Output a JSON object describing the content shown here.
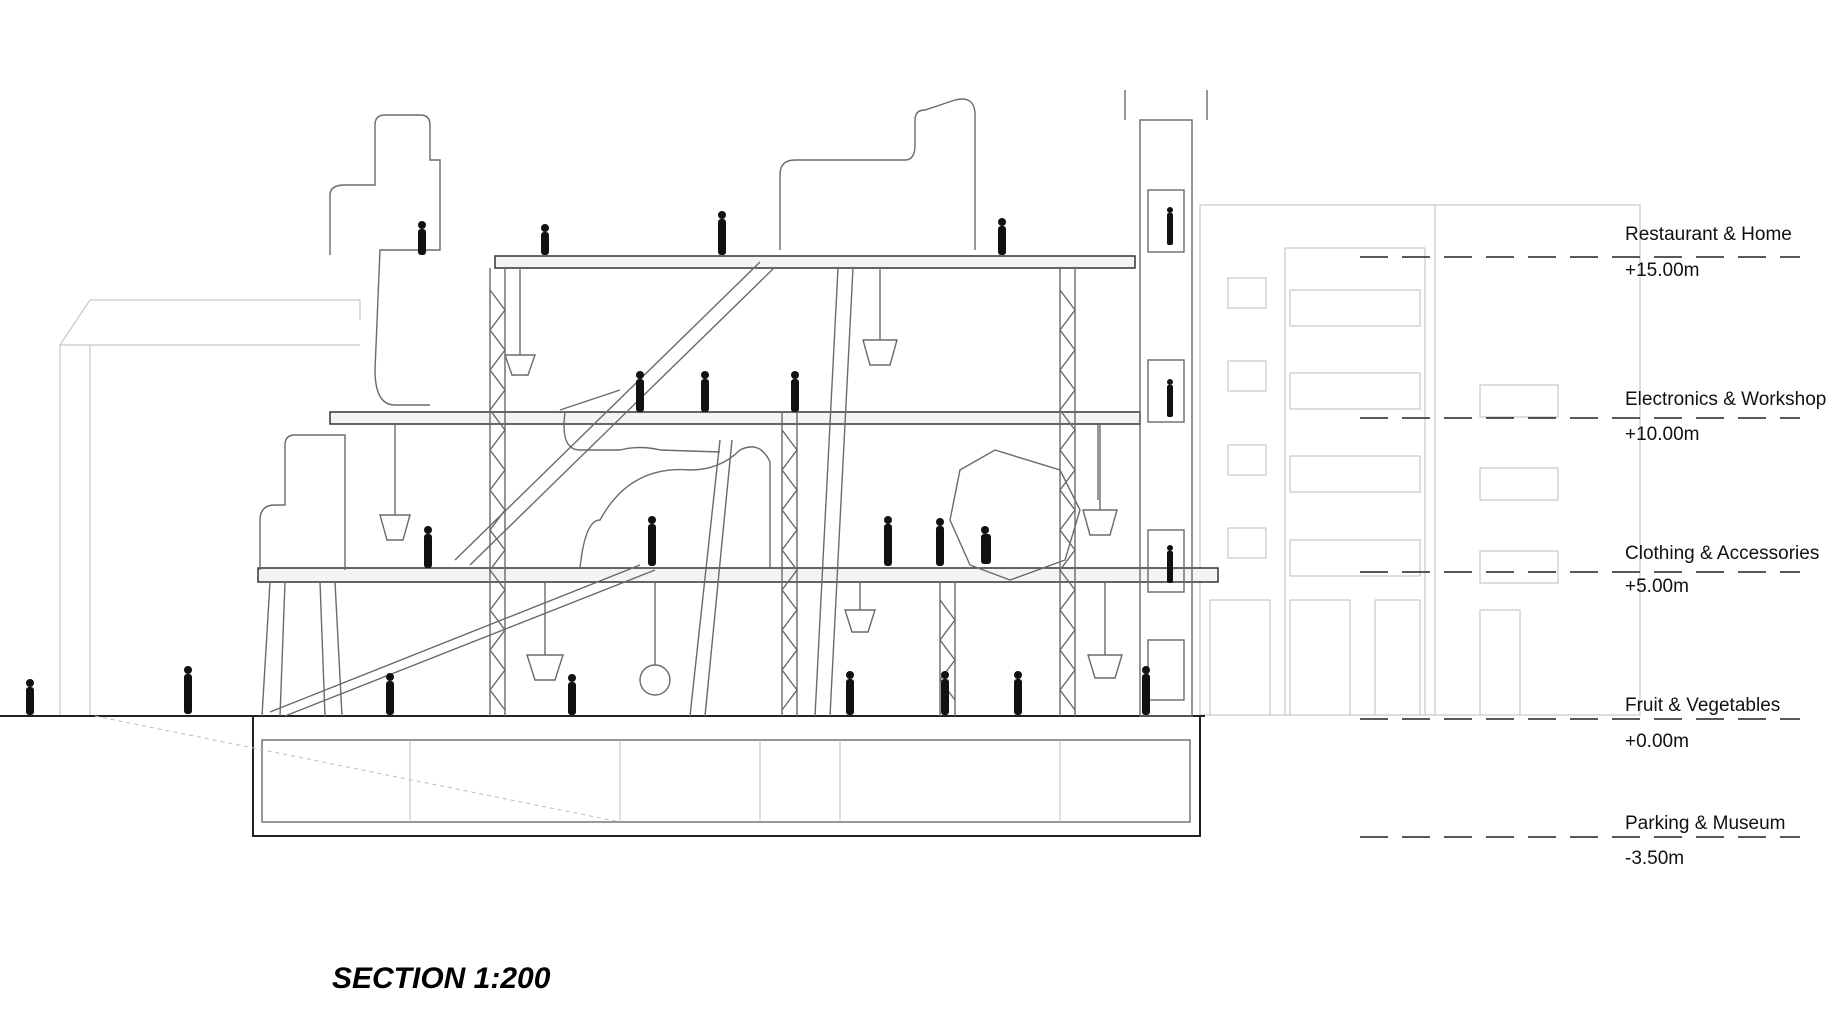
{
  "levels": [
    {
      "name": "Restaurant & Home",
      "elevation": "+15.00m"
    },
    {
      "name": "Electronics & Workshop",
      "elevation": "+10.00m"
    },
    {
      "name": "Clothing & Accessories",
      "elevation": "+5.00m"
    },
    {
      "name": "Fruit & Vegetables",
      "elevation": "+0.00m"
    },
    {
      "name": "Parking & Museum",
      "elevation": "-3.50m"
    }
  ],
  "title": "SECTION 1:200"
}
